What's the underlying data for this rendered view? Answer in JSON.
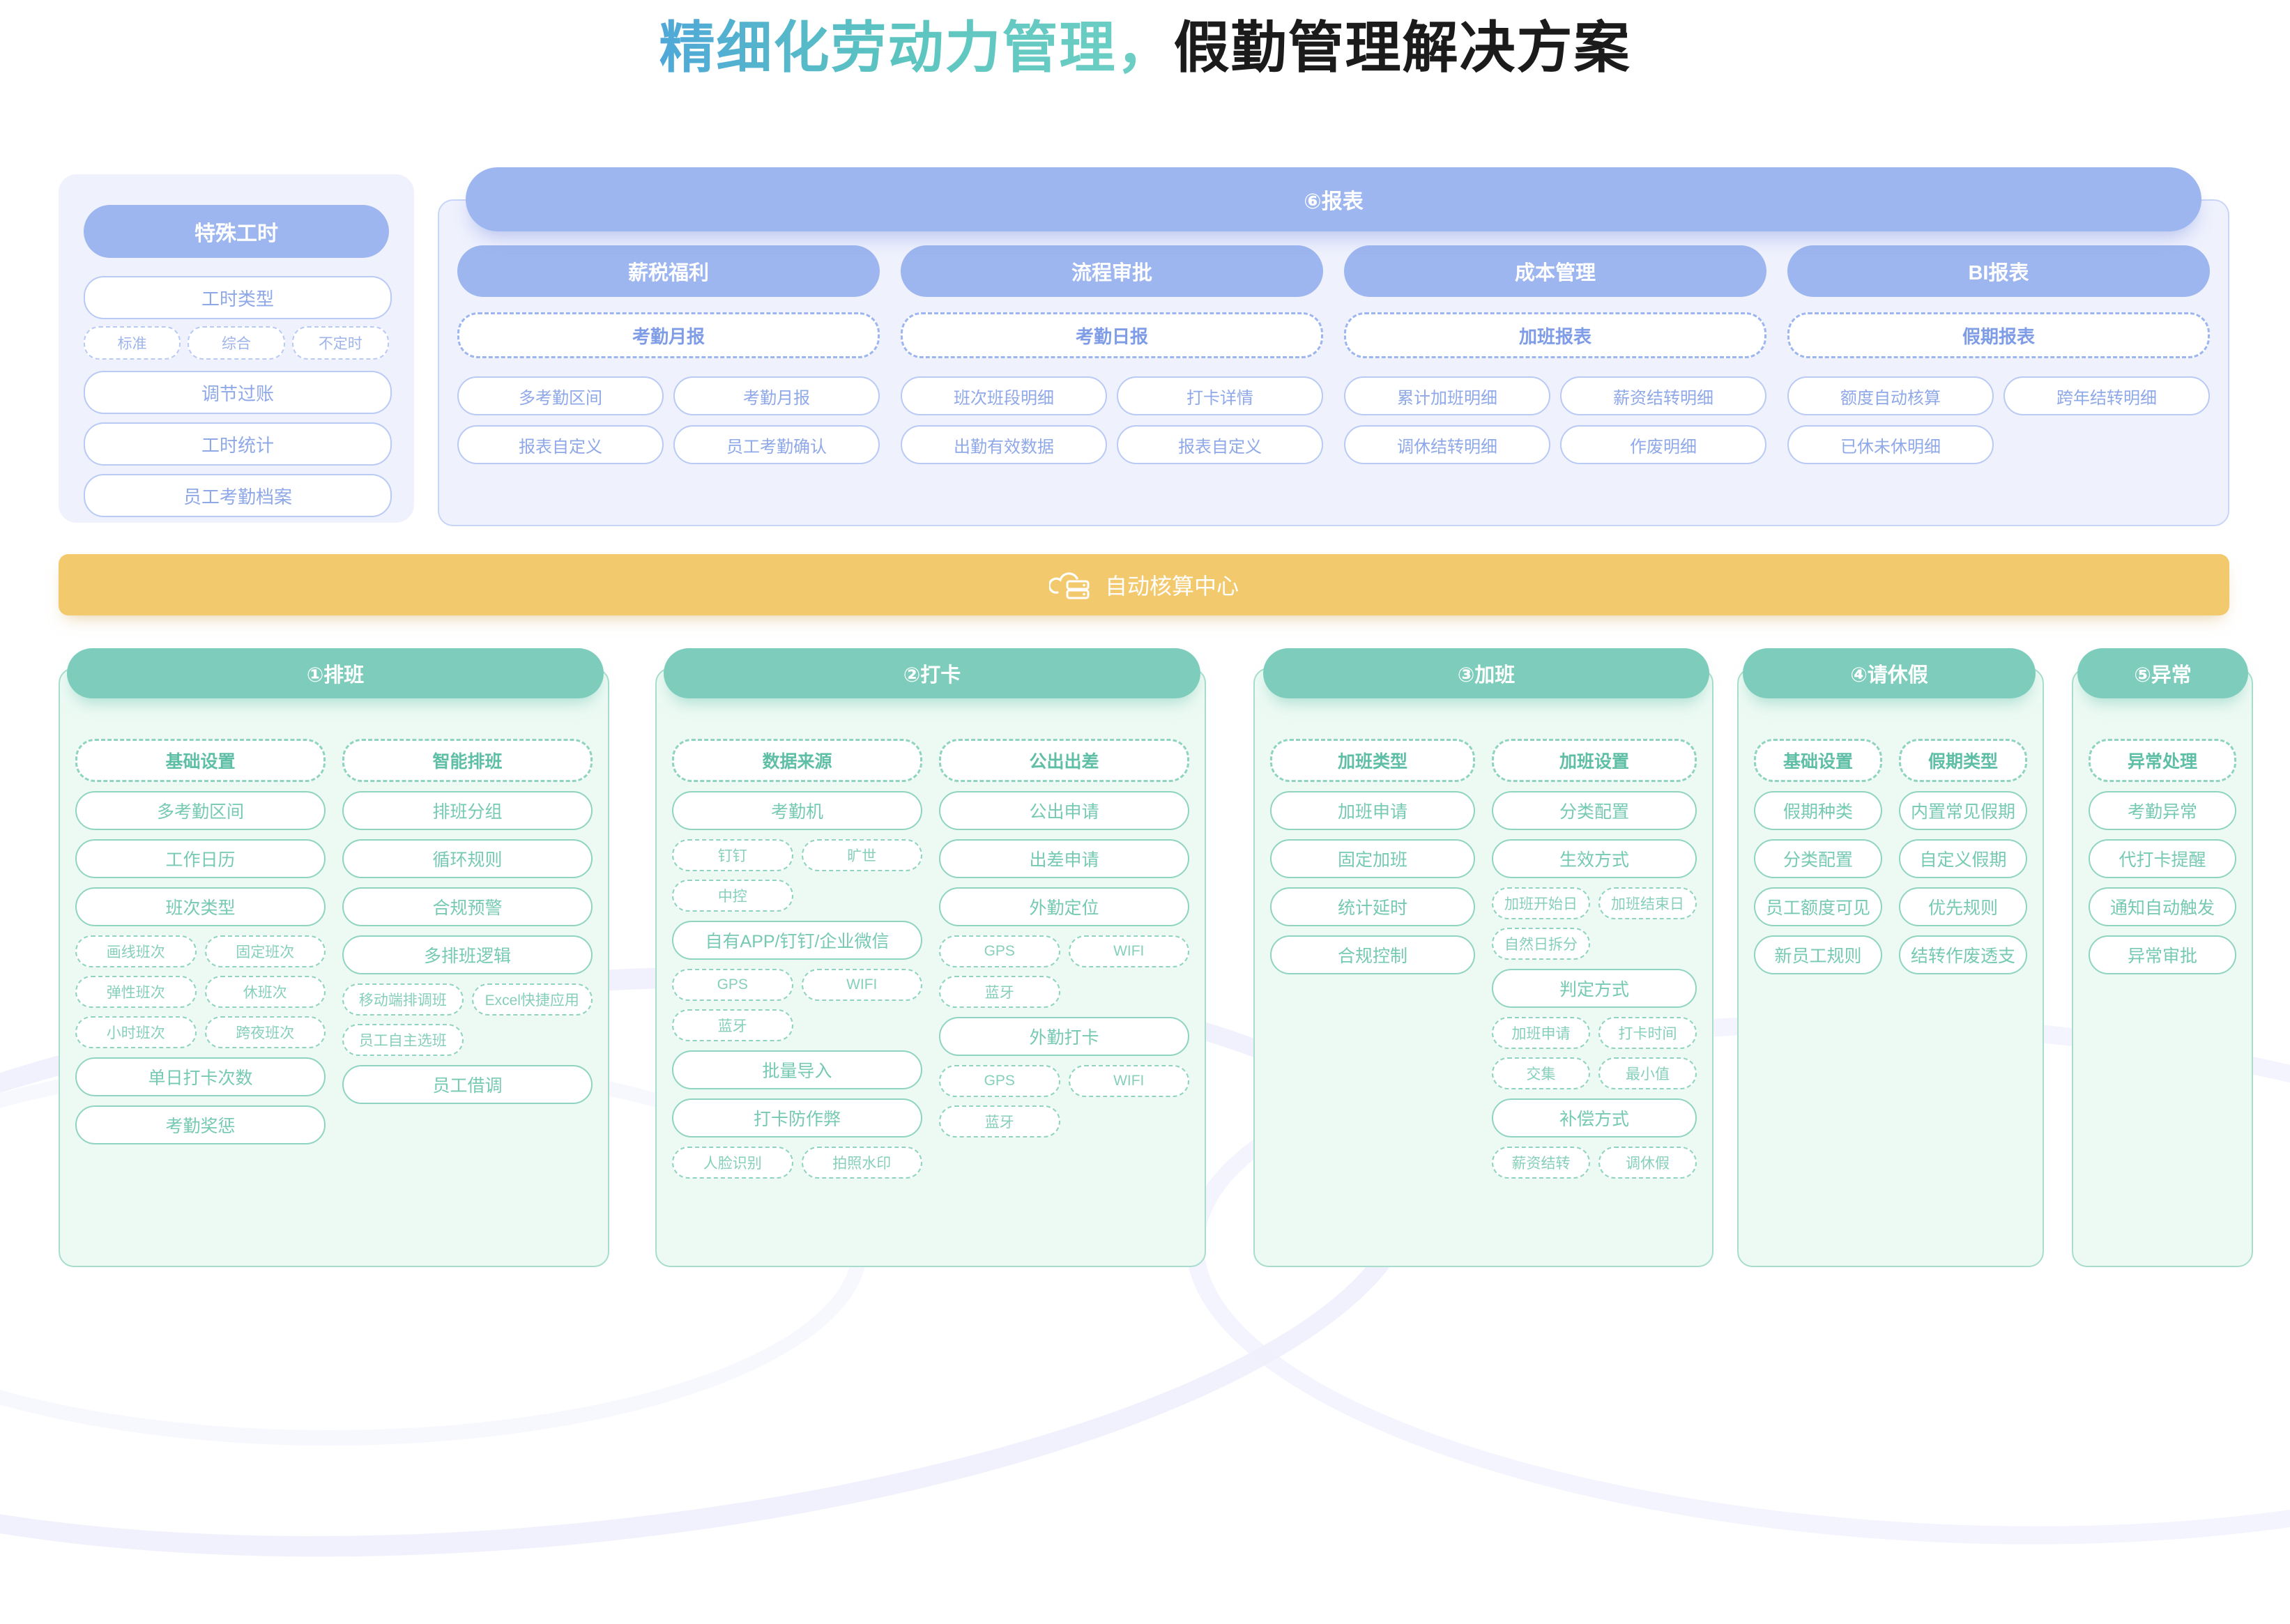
{
  "title": {
    "highlight": "精细化劳动力管理，",
    "rest": "假勤管理解决方案"
  },
  "colors": {
    "title_gradient_start": "#4fa8d8",
    "title_gradient_end": "#6fd0c4",
    "blue": "#9db6ef",
    "blue_light_bg": "#eff1fd",
    "teal": "#7ecdbc",
    "teal_light_bg": "#edfaf4",
    "orange": "#f2c96d"
  },
  "special_hours_panel": {
    "header": "特殊工时",
    "rows": [
      "工时类型",
      "调节过账",
      "工时统计",
      "员工考勤档案"
    ],
    "type_chips": [
      "标准",
      "综合",
      "不定时"
    ]
  },
  "report_block": {
    "header": "⑥报表",
    "columns": [
      {
        "head": "薪税福利",
        "sub": "考勤月报",
        "items": [
          "多考勤区间",
          "考勤月报",
          "报表自定义",
          "员工考勤确认"
        ]
      },
      {
        "head": "流程审批",
        "sub": "考勤日报",
        "items": [
          "班次班段明细",
          "打卡详情",
          "出勤有效数据",
          "报表自定义"
        ]
      },
      {
        "head": "成本管理",
        "sub": "加班报表",
        "items": [
          "累计加班明细",
          "薪资结转明细",
          "调休结转明细",
          "作废明细"
        ]
      },
      {
        "head": "BI报表",
        "sub": "假期报表",
        "items": [
          "额度自动核算",
          "跨年结转明细",
          "已休未休明细"
        ]
      }
    ]
  },
  "auto_center": {
    "label": "自动核算中心",
    "icon": "cloud-server-icon"
  },
  "modules": [
    {
      "head": "①排班",
      "subs": [
        {
          "head": "基础设置",
          "blocks": [
            {
              "type": "pill",
              "label": "多考勤区间"
            },
            {
              "type": "pill",
              "label": "工作日历"
            },
            {
              "type": "pill",
              "label": "班次类型"
            },
            {
              "type": "chips",
              "labels": [
                "画线班次",
                "固定班次",
                "弹性班次",
                "休班次",
                "小时班次",
                "跨夜班次"
              ]
            },
            {
              "type": "pill",
              "label": "单日打卡次数"
            },
            {
              "type": "pill",
              "label": "考勤奖惩"
            }
          ]
        },
        {
          "head": "智能排班",
          "blocks": [
            {
              "type": "pill",
              "label": "排班分组"
            },
            {
              "type": "pill",
              "label": "循环规则"
            },
            {
              "type": "pill",
              "label": "合规预警"
            },
            {
              "type": "pill",
              "label": "多排班逻辑"
            },
            {
              "type": "chips",
              "labels": [
                "移动端排调班",
                "Excel快捷应用",
                "员工自主选班"
              ]
            },
            {
              "type": "pill",
              "label": "员工借调"
            }
          ]
        }
      ]
    },
    {
      "head": "②打卡",
      "subs": [
        {
          "head": "数据来源",
          "blocks": [
            {
              "type": "pill",
              "label": "考勤机"
            },
            {
              "type": "chips",
              "labels": [
                "钉钉",
                "旷世",
                "中控"
              ]
            },
            {
              "type": "pill",
              "label": "自有APP/钉钉/企业微信"
            },
            {
              "type": "chips",
              "labels": [
                "GPS",
                "WIFI",
                "蓝牙"
              ]
            },
            {
              "type": "pill",
              "label": "批量导入"
            },
            {
              "type": "pill",
              "label": "打卡防作弊"
            },
            {
              "type": "chips",
              "labels": [
                "人脸识别",
                "拍照水印"
              ]
            }
          ]
        },
        {
          "head": "公出出差",
          "blocks": [
            {
              "type": "pill",
              "label": "公出申请"
            },
            {
              "type": "pill",
              "label": "出差申请"
            },
            {
              "type": "pill",
              "label": "外勤定位"
            },
            {
              "type": "chips",
              "labels": [
                "GPS",
                "WIFI",
                "蓝牙"
              ]
            },
            {
              "type": "pill",
              "label": "外勤打卡"
            },
            {
              "type": "chips",
              "labels": [
                "GPS",
                "WIFI",
                "蓝牙"
              ]
            }
          ]
        }
      ]
    },
    {
      "head": "③加班",
      "subs": [
        {
          "head": "加班类型",
          "blocks": [
            {
              "type": "pill",
              "label": "加班申请"
            },
            {
              "type": "pill",
              "label": "固定加班"
            },
            {
              "type": "pill",
              "label": "统计延时"
            },
            {
              "type": "pill",
              "label": "合规控制"
            }
          ]
        },
        {
          "head": "加班设置",
          "blocks": [
            {
              "type": "pill",
              "label": "分类配置"
            },
            {
              "type": "pill",
              "label": "生效方式"
            },
            {
              "type": "chips",
              "labels": [
                "加班开始日",
                "加班结束日",
                "自然日拆分"
              ]
            },
            {
              "type": "pill",
              "label": "判定方式"
            },
            {
              "type": "chips",
              "labels": [
                "加班申请",
                "打卡时间",
                "交集",
                "最小值"
              ]
            },
            {
              "type": "pill",
              "label": "补偿方式"
            },
            {
              "type": "chips",
              "labels": [
                "薪资结转",
                "调休假"
              ]
            }
          ]
        }
      ]
    },
    {
      "head": "④请休假",
      "subs": [
        {
          "head": "基础设置",
          "blocks": [
            {
              "type": "pill",
              "label": "假期种类"
            },
            {
              "type": "pill",
              "label": "分类配置"
            },
            {
              "type": "pill",
              "label": "员工额度可见"
            },
            {
              "type": "pill",
              "label": "新员工规则"
            }
          ]
        },
        {
          "head": "假期类型",
          "blocks": [
            {
              "type": "pill",
              "label": "内置常见假期"
            },
            {
              "type": "pill",
              "label": "自定义假期"
            },
            {
              "type": "pill",
              "label": "优先规则"
            },
            {
              "type": "pill",
              "label": "结转作废透支"
            }
          ]
        }
      ]
    },
    {
      "head": "⑤异常",
      "subs": [
        {
          "head": "异常处理",
          "blocks": [
            {
              "type": "pill",
              "label": "考勤异常"
            },
            {
              "type": "pill",
              "label": "代打卡提醒"
            },
            {
              "type": "pill",
              "label": "通知自动触发"
            },
            {
              "type": "pill",
              "label": "异常审批"
            }
          ]
        }
      ]
    }
  ]
}
